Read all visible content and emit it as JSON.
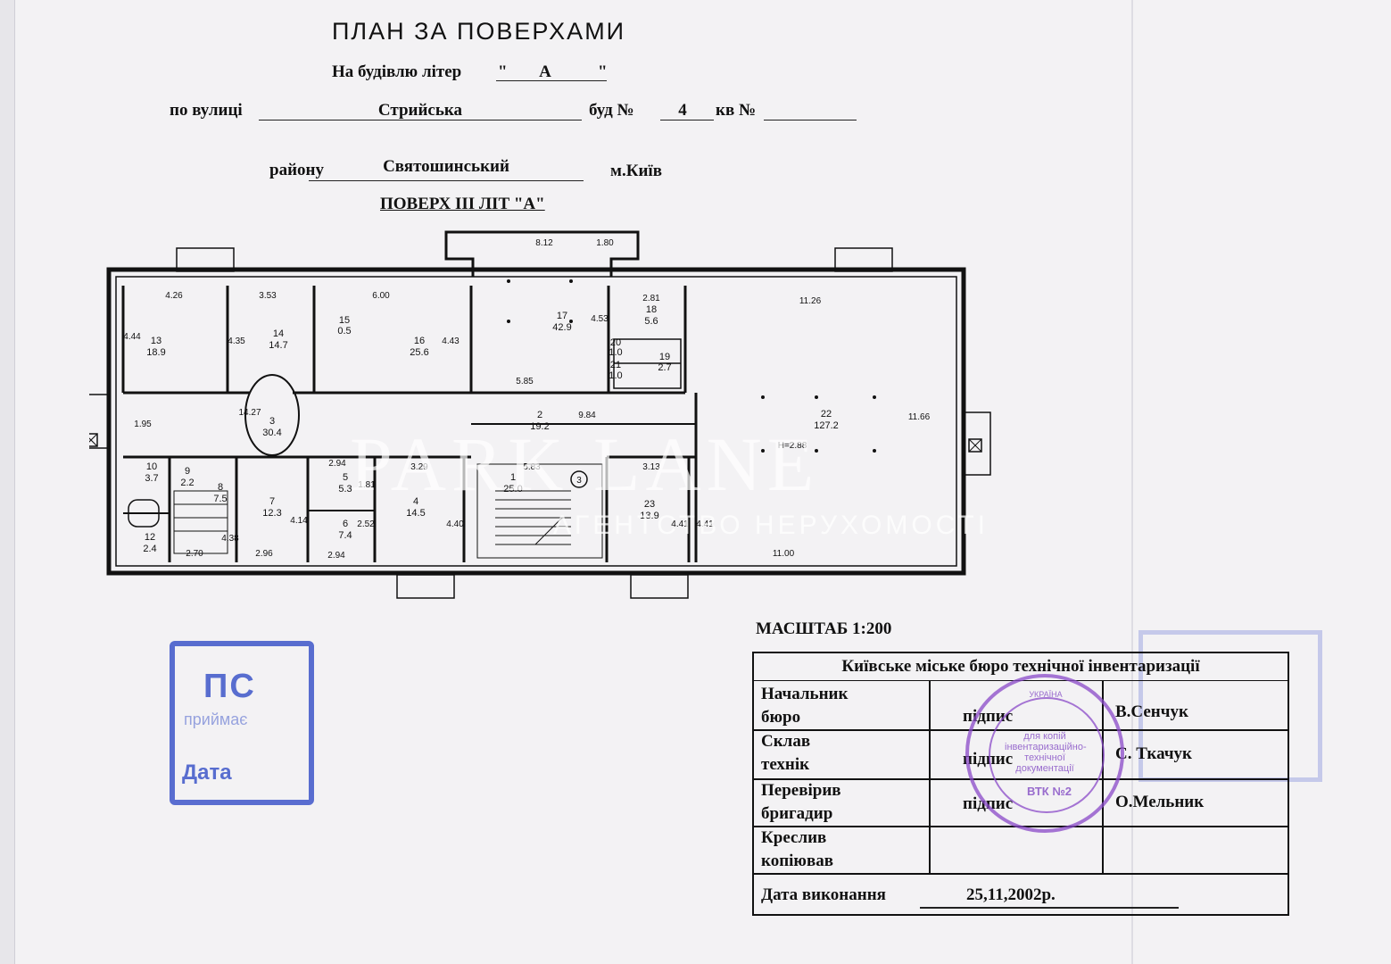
{
  "header": {
    "title": "ПЛАН ЗА ПОВЕРХАМИ",
    "building_label": "На будівлю літер",
    "building_letter_q1": "\"",
    "building_letter": "А",
    "building_letter_q2": "\"",
    "street_label": "по вулиці",
    "street_value": "Стрийська",
    "house_label": "буд №",
    "house_value": "4",
    "apt_label": "кв №",
    "apt_value": "",
    "district_label": "району",
    "district_value": "Святошинський",
    "city": "м.Київ",
    "floor_title": "ПОВЕРХ III ЛІТ  \"А\""
  },
  "plan": {
    "rooms": [
      {
        "num": "13",
        "area": "18.9"
      },
      {
        "num": "14",
        "area": "14.7"
      },
      {
        "num": "15",
        "area": "0.5"
      },
      {
        "num": "16",
        "area": "25.6"
      },
      {
        "num": "17",
        "area": "42.9"
      },
      {
        "num": "18",
        "area": "5.6"
      },
      {
        "num": "19",
        "area": "2.7"
      },
      {
        "num": "20",
        "area": "1.0"
      },
      {
        "num": "21",
        "area": "1.0"
      },
      {
        "num": "22",
        "area": "127.2"
      },
      {
        "num": "3",
        "area": "30.4"
      },
      {
        "num": "2",
        "area": "19.2"
      },
      {
        "num": "10",
        "area": "3.7"
      },
      {
        "num": "9",
        "area": "2.2"
      },
      {
        "num": "8",
        "area": "7.5"
      },
      {
        "num": "7",
        "area": "12.3"
      },
      {
        "num": "5",
        "area": "5.3"
      },
      {
        "num": "6",
        "area": "7.4"
      },
      {
        "num": "4",
        "area": "14.5"
      },
      {
        "num": "1",
        "area": "25.0"
      },
      {
        "num": "23",
        "area": "13.9"
      },
      {
        "num": "12",
        "area": "2.4"
      }
    ],
    "dims": [
      "8.12",
      "1.80",
      "4.26",
      "3.53",
      "6.00",
      "4.44",
      "4.35",
      "4.43",
      "4.53",
      "2.81",
      "11.26",
      "11.66",
      "14.27",
      "5.85",
      "9.84",
      "1.95",
      "2.94",
      "1.81",
      "3.29",
      "5.83",
      "3.13",
      "2.52",
      "4.14",
      "4.40",
      "4.41",
      "4.41",
      "4.38",
      "2.70",
      "2.96",
      "2.94",
      "11.00"
    ],
    "height": "H=2.88",
    "marker": "3"
  },
  "scale": "МАСШТАБ 1:200",
  "table": {
    "title": "Київське міське бюро технічної інвентаризації",
    "rows": [
      {
        "role1": "Начальник",
        "role2": "бюро",
        "sign": "підпис",
        "name": "В.Сенчук"
      },
      {
        "role1": "Склав",
        "role2": "технік",
        "sign": "підпис",
        "name": "С. Ткачук"
      },
      {
        "role1": "Перевірив",
        "role2": "бригадир",
        "sign": "підпис",
        "name": "О.Мельник"
      },
      {
        "role1": "Креслив",
        "role2": "копіював",
        "sign": "",
        "name": ""
      }
    ],
    "date_label": "Дата виконання",
    "date_value": "25,11,2002р."
  },
  "stamp_blue": {
    "big": "ПС",
    "mid": "приймає",
    "date": "Дата"
  },
  "stamp_round": {
    "top": "УКРАЇНА",
    "mid": "для копій інвентаризаційно-технічної документації",
    "bottom": "ВТК №2"
  },
  "watermark": {
    "main": "PARK LANE",
    "sub": "АГЕНТСТВО НЕРУХОМОСТІ"
  }
}
